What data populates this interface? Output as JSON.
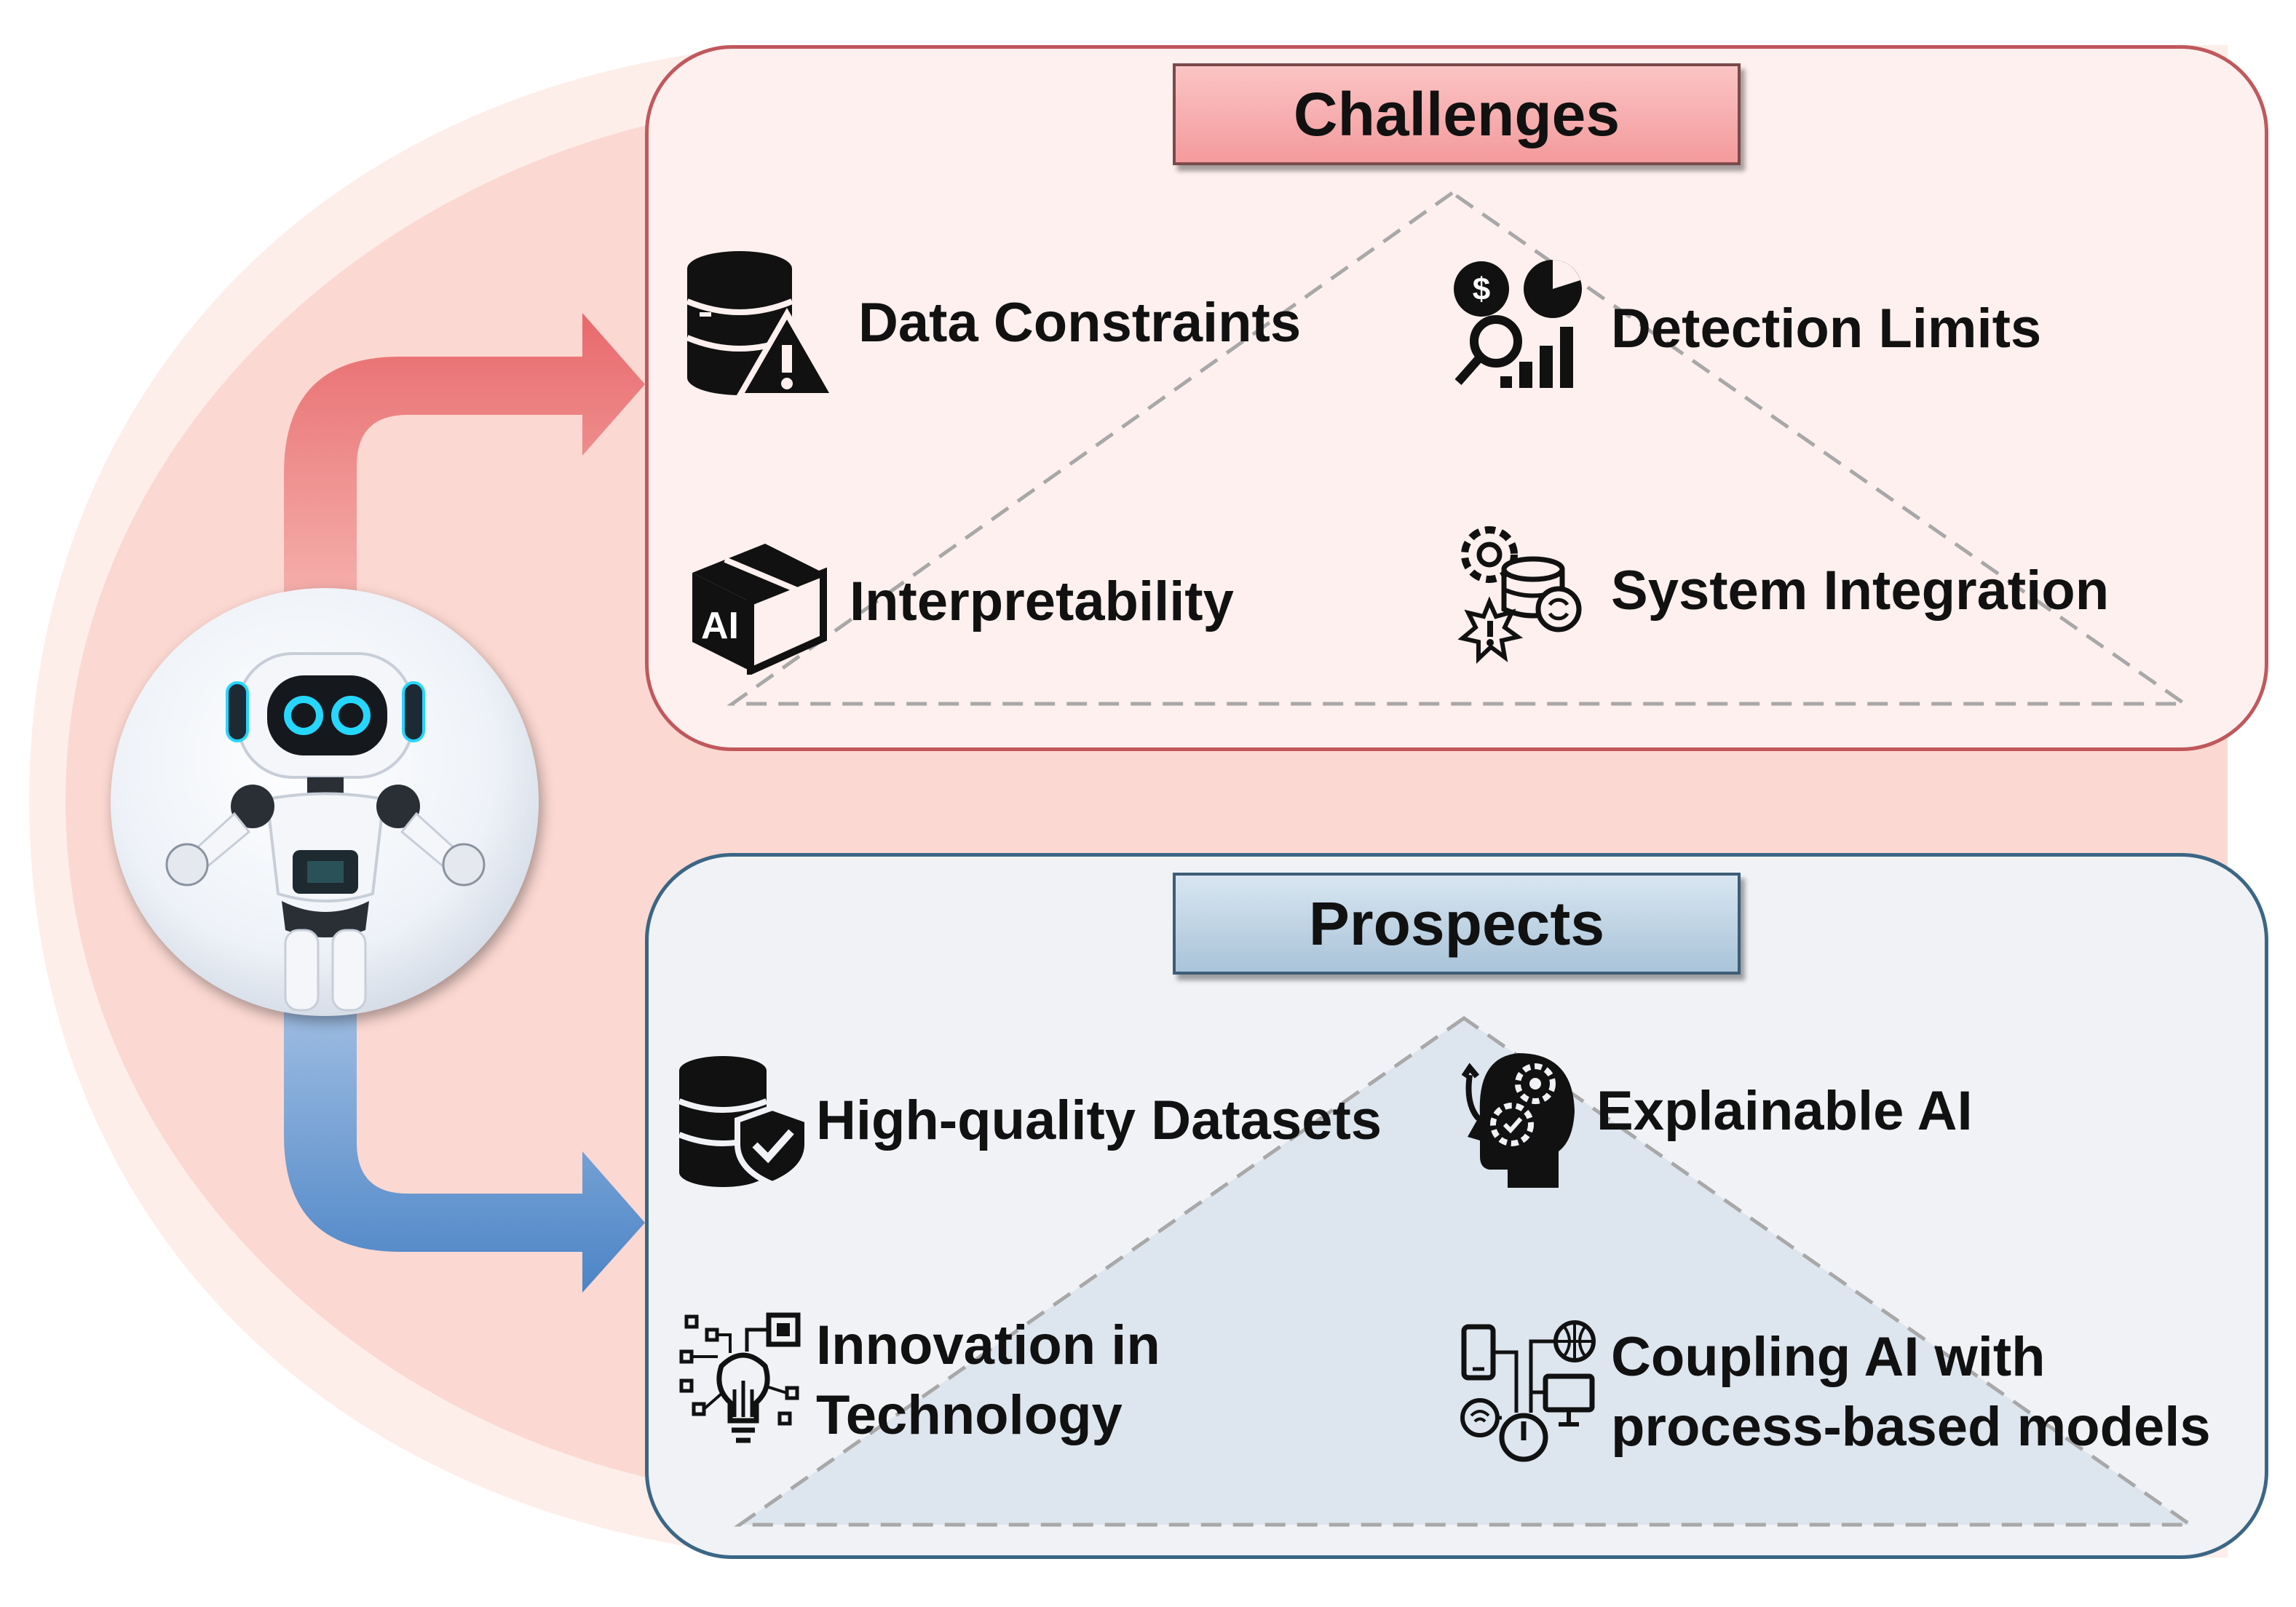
{
  "challenges": {
    "title": "Challenges",
    "items": [
      {
        "label": "Data Constraints",
        "icon": "database-warning-icon"
      },
      {
        "label": "Detection  Limits",
        "icon": "analytics-magnifier-icon"
      },
      {
        "label": "Interpretability",
        "icon": "ai-box-icon"
      },
      {
        "label": "System Integration",
        "icon": "gear-database-alert-icon"
      }
    ]
  },
  "prospects": {
    "title": "Prospects",
    "items": [
      {
        "label": "High-quality Datasets",
        "icon": "database-shield-icon"
      },
      {
        "label": "Explainable AI",
        "icon": "head-gears-icon"
      },
      {
        "label_line1": "Innovation in",
        "label_line2": "Technology",
        "icon": "lightbulb-circuit-icon"
      },
      {
        "label_line1": "Coupling AI with",
        "label_line2": "process-based models",
        "icon": "devices-network-icon"
      }
    ]
  },
  "colors": {
    "challenges_border": "#c0585c",
    "challenges_fill": "#fdf0ee",
    "challenges_arrow": "#e87476",
    "prospects_border": "#3b6686",
    "prospects_fill": "#f0f2f5",
    "prospects_arrow": "#4f86c6",
    "background_arc": "#fcd9d4"
  },
  "robot": {
    "icon": "robot-icon"
  }
}
